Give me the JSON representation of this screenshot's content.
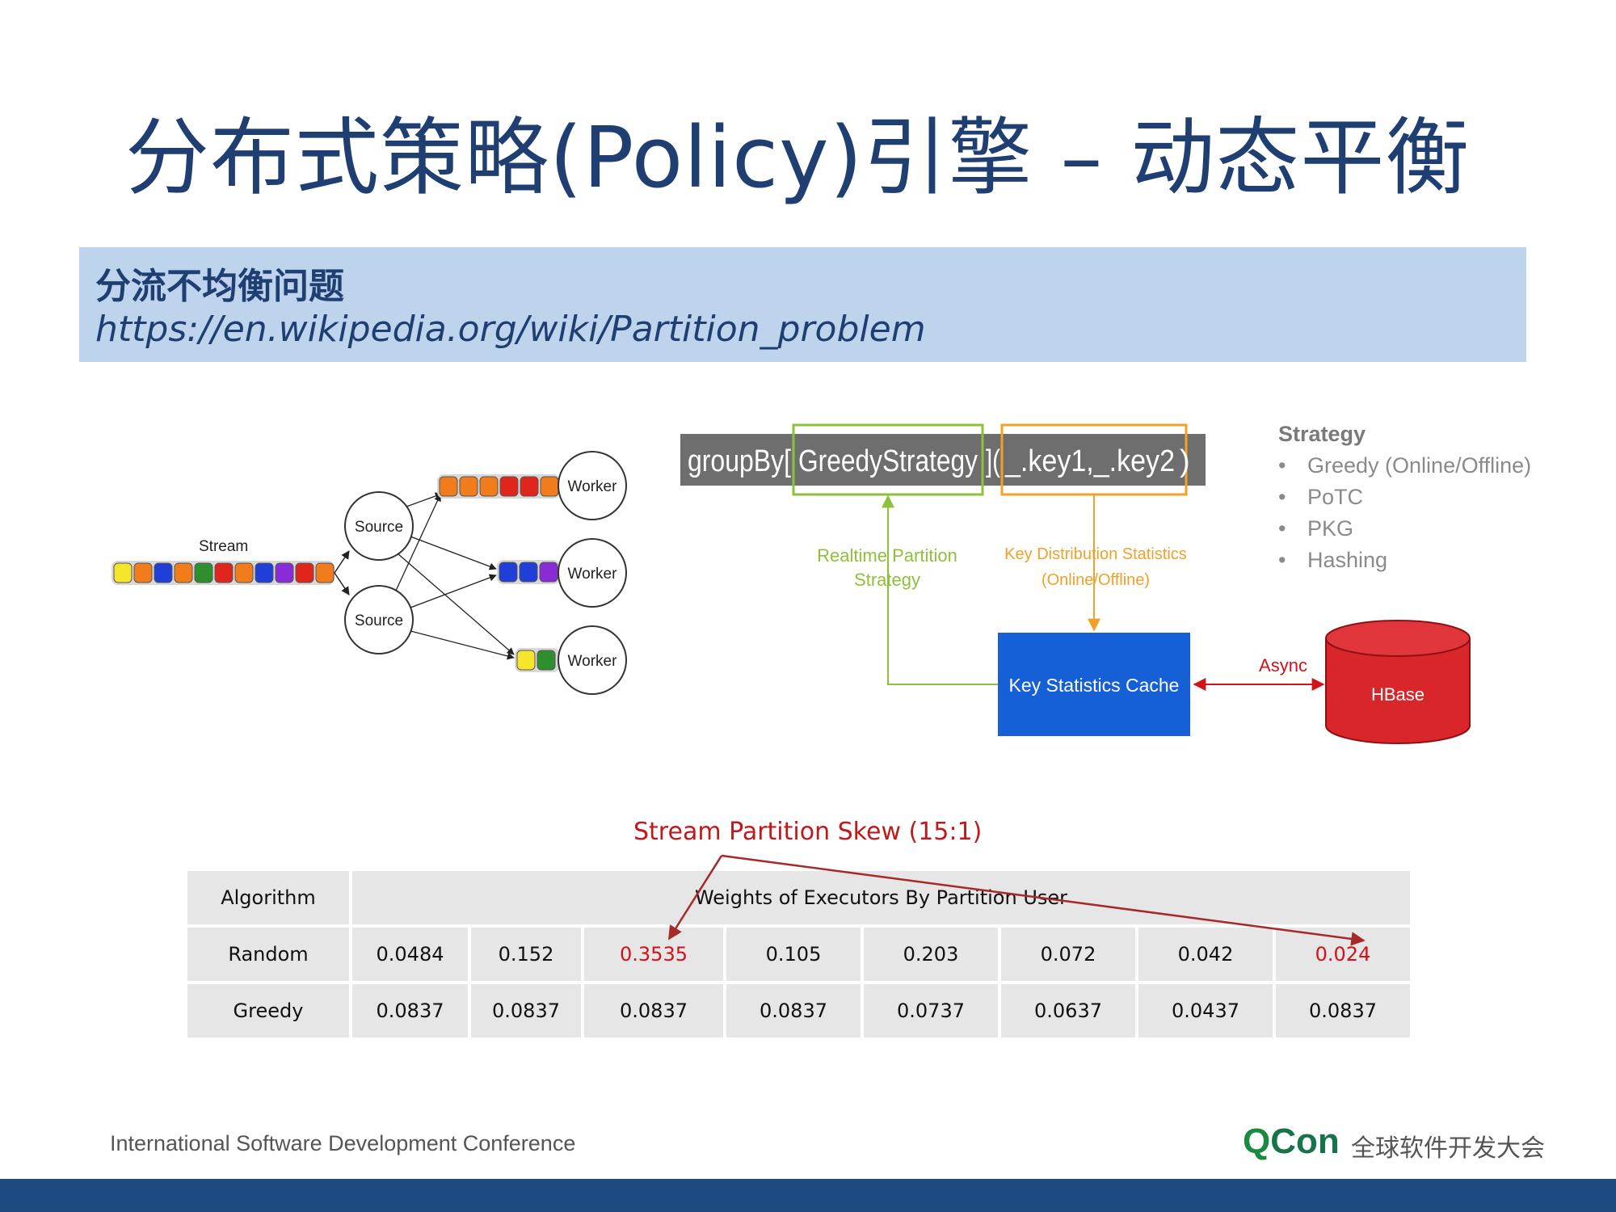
{
  "title": "分布式策略(Policy)引擎 – 动态平衡",
  "banner": {
    "heading": "分流不均衡问题",
    "link": "https://en.wikipedia.org/wiki/Partition_problem"
  },
  "stream_diagram": {
    "stream_label": "Stream",
    "source_labels": [
      "Source",
      "Source"
    ],
    "worker_labels": [
      "Worker",
      "Worker",
      "Worker"
    ]
  },
  "groupby": {
    "prefix": "groupBy[",
    "strategy": "GreedyStrategy",
    "middle": "](",
    "keys": "_.key1,_.key2 ",
    "suffix": ")"
  },
  "flow": {
    "realtime_label_1": "Realtime Partition",
    "realtime_label_2": "Strategy",
    "key_dist_label_1": "Key Distribution Statistics",
    "key_dist_label_2": "(Online/Offline)",
    "cache_label": "Key Statistics Cache",
    "async_label": "Async",
    "hbase_label": "HBase"
  },
  "strategy_list": {
    "title": "Strategy",
    "items": [
      "Greedy (Online/Offline)",
      "PoTC",
      "PKG",
      "Hashing"
    ]
  },
  "skew_label": "Stream Partition Skew (15:1)",
  "table": {
    "algorithm_header": "Algorithm",
    "weights_header": "Weights of Executors By Partition User",
    "rows": [
      {
        "name": "Random",
        "values": [
          "0.0484",
          "0.152",
          "0.3535",
          "0.105",
          "0.203",
          "0.072",
          "0.042",
          "0.024"
        ]
      },
      {
        "name": "Greedy",
        "values": [
          "0.0837",
          "0.0837",
          "0.0837",
          "0.0837",
          "0.0737",
          "0.0637",
          "0.0437",
          "0.0837"
        ]
      }
    ]
  },
  "footer": {
    "conference": "International Software Development Conference",
    "logo_q": "Q",
    "logo_con": "Con",
    "logo_sub": "全球软件开发大会"
  },
  "colors": {
    "title": "#1f3f72",
    "banner": "#bed3ec",
    "highlight_red": "#d0121b",
    "cache_blue": "#1560d6",
    "hbase_red": "#d9262b",
    "footer_bar": "#1e4a82"
  }
}
